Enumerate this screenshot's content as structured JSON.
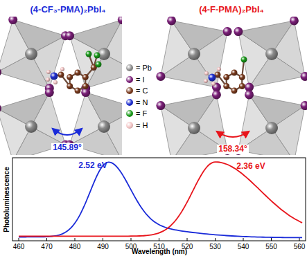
{
  "diagram": {
    "labels": [
      "(4-CF₃-PMA)₂PbI₄",
      "(4-F-PMA)₂PbI₄",
      "145.89°",
      "158.34°",
      "2.52 eV",
      "2.36 eV",
      "Photoluminescence",
      "460",
      "470",
      "480",
      "490",
      "500",
      "510",
      "520",
      "530",
      "540",
      "550",
      "560",
      "Wavelength (nm)"
    ],
    "legend": [
      {
        "text": "= Pb",
        "color": "#8c8c8c"
      },
      {
        "text": "= I",
        "color": "#7a1f78"
      },
      {
        "text": "= C",
        "color": "#7a3b1e"
      },
      {
        "text": "= N",
        "color": "#1f2fd0"
      },
      {
        "text": "= F",
        "color": "#1a9a1a"
      },
      {
        "text": "= H",
        "color": "#f2c4c4"
      }
    ]
  }
}
